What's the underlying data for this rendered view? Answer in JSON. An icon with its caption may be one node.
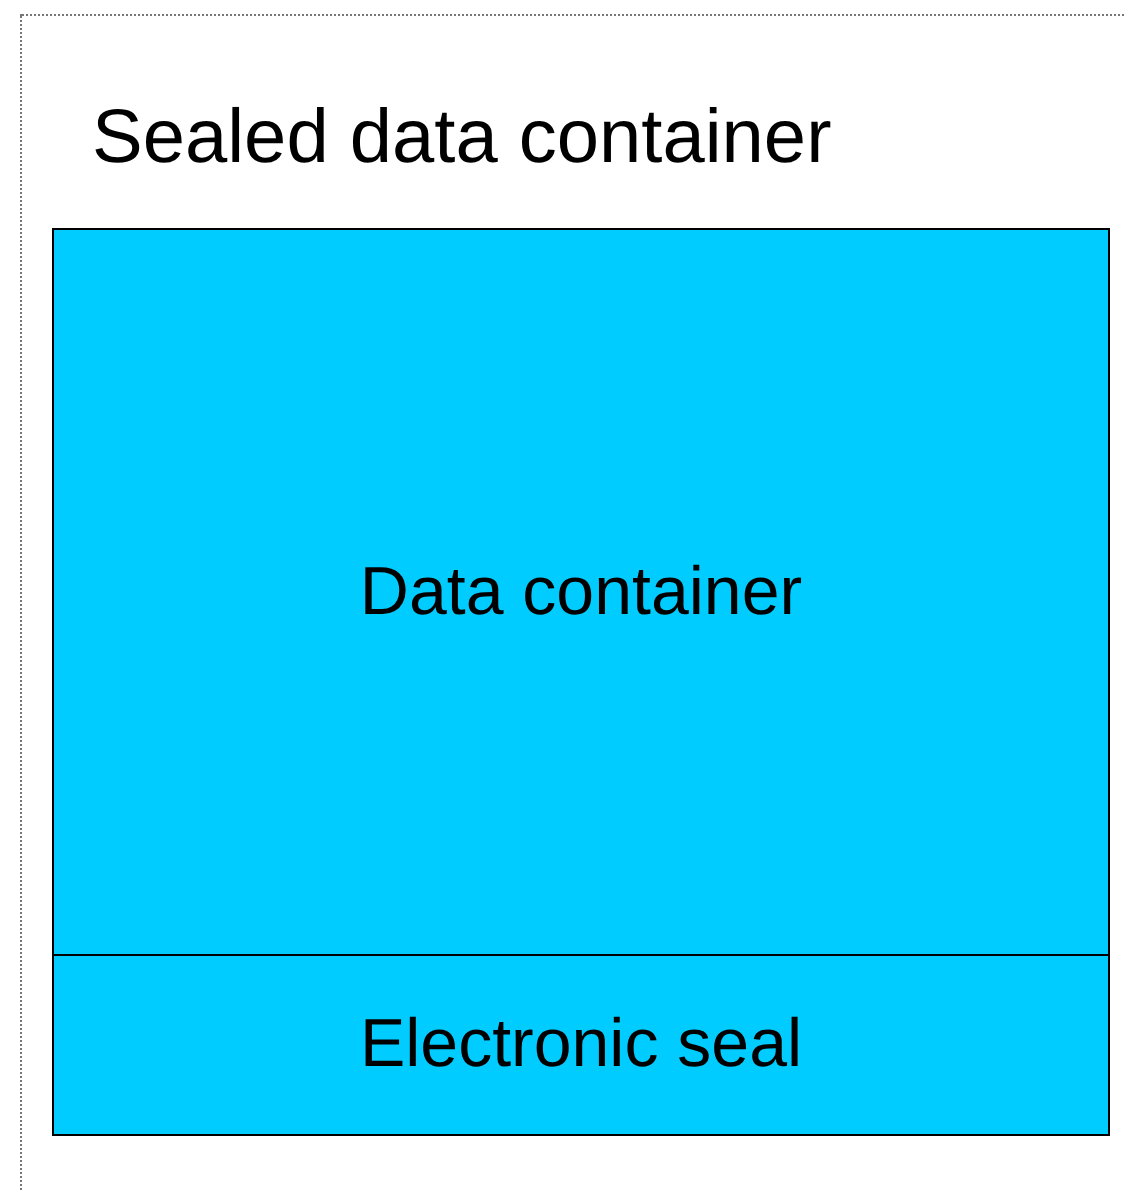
{
  "diagram": {
    "nodes": [
      {
        "text": [
          "Sealed data container"
        ]
      },
      {
        "text": [
          "Data container"
        ],
        "in": 0
      },
      {
        "text": [
          "Electronic seal"
        ],
        "in": 0
      }
    ]
  }
}
